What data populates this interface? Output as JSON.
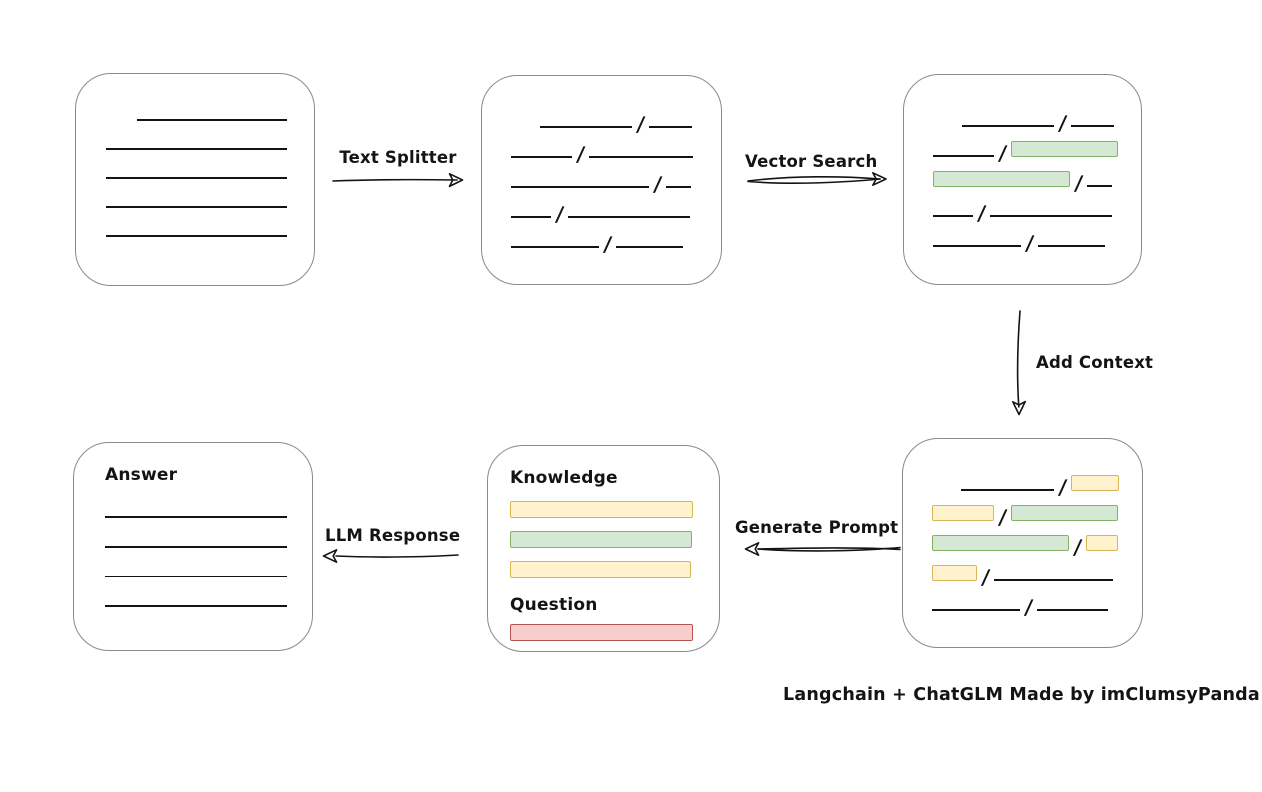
{
  "credit": "Langchain + ChatGLM Made by imClumsyPanda",
  "labels": {
    "text_splitter": "Text Splitter",
    "vector_search": "Vector Search",
    "add_context": "Add Context",
    "generate_prompt": "Generate Prompt",
    "llm_response": "LLM Response",
    "knowledge": "Knowledge",
    "question": "Question",
    "answer": "Answer",
    "slash": "/"
  },
  "colors": {
    "ink": "#141414",
    "box_border": "#8a8a8a",
    "green_fill": "#d5e8d4",
    "green_stroke": "#82b366",
    "yellow_fill": "#fff2cc",
    "yellow_stroke": "#d6b656",
    "red_fill": "#f8cecc",
    "red_stroke": "#b85450"
  },
  "boxes": {
    "document": {
      "lines": [
        {
          "indent": 31,
          "width": 150
        },
        {
          "indent": 0,
          "width": 181
        },
        {
          "indent": 0,
          "width": 181
        },
        {
          "indent": 0,
          "width": 181
        },
        {
          "indent": 0,
          "width": 181
        }
      ]
    },
    "split_chunks": {
      "rows": [
        {
          "indent": 29,
          "segments": [
            {
              "kind": "line",
              "width": 92
            },
            {
              "kind": "slash"
            },
            {
              "kind": "line",
              "width": 43
            }
          ]
        },
        {
          "indent": 0,
          "segments": [
            {
              "kind": "line",
              "width": 61
            },
            {
              "kind": "slash"
            },
            {
              "kind": "line",
              "width": 104
            }
          ]
        },
        {
          "indent": 0,
          "segments": [
            {
              "kind": "line",
              "width": 138
            },
            {
              "kind": "slash"
            },
            {
              "kind": "line",
              "width": 25
            }
          ]
        },
        {
          "indent": 0,
          "segments": [
            {
              "kind": "line",
              "width": 40
            },
            {
              "kind": "slash"
            },
            {
              "kind": "line",
              "width": 122
            }
          ]
        },
        {
          "indent": 0,
          "segments": [
            {
              "kind": "line",
              "width": 88
            },
            {
              "kind": "slash"
            },
            {
              "kind": "line",
              "width": 67
            }
          ]
        }
      ]
    },
    "searched_chunks": {
      "rows": [
        {
          "indent": 29,
          "segments": [
            {
              "kind": "line",
              "width": 92
            },
            {
              "kind": "slash"
            },
            {
              "kind": "line",
              "width": 43
            }
          ]
        },
        {
          "indent": 0,
          "segments": [
            {
              "kind": "line",
              "width": 61
            },
            {
              "kind": "slash"
            },
            {
              "kind": "green",
              "width": 107
            }
          ]
        },
        {
          "indent": 0,
          "segments": [
            {
              "kind": "green",
              "width": 137
            },
            {
              "kind": "slash"
            },
            {
              "kind": "line",
              "width": 25
            }
          ]
        },
        {
          "indent": 0,
          "segments": [
            {
              "kind": "line",
              "width": 40
            },
            {
              "kind": "slash"
            },
            {
              "kind": "line",
              "width": 122
            }
          ]
        },
        {
          "indent": 0,
          "segments": [
            {
              "kind": "line",
              "width": 88
            },
            {
              "kind": "slash"
            },
            {
              "kind": "line",
              "width": 67
            }
          ]
        }
      ]
    },
    "context_chunks": {
      "rows": [
        {
          "indent": 29,
          "segments": [
            {
              "kind": "line",
              "width": 93
            },
            {
              "kind": "slash"
            },
            {
              "kind": "yellow",
              "width": 48
            }
          ]
        },
        {
          "indent": 0,
          "segments": [
            {
              "kind": "yellow",
              "width": 62
            },
            {
              "kind": "slash"
            },
            {
              "kind": "green",
              "width": 107
            }
          ]
        },
        {
          "indent": 0,
          "segments": [
            {
              "kind": "green",
              "width": 137
            },
            {
              "kind": "slash"
            },
            {
              "kind": "yellow",
              "width": 32
            }
          ]
        },
        {
          "indent": 0,
          "segments": [
            {
              "kind": "yellow",
              "width": 45
            },
            {
              "kind": "slash"
            },
            {
              "kind": "line",
              "width": 119
            }
          ]
        },
        {
          "indent": 0,
          "segments": [
            {
              "kind": "line",
              "width": 88
            },
            {
              "kind": "slash"
            },
            {
              "kind": "line",
              "width": 71
            }
          ]
        }
      ]
    },
    "prompt": {
      "knowledge_bars": [
        {
          "color": "yellow",
          "width": 183
        },
        {
          "color": "green",
          "width": 182
        },
        {
          "color": "yellow",
          "width": 181
        }
      ],
      "question_bars": [
        {
          "color": "red",
          "width": 183
        }
      ]
    },
    "answer": {
      "lines": [
        {
          "indent": 0,
          "width": 182
        },
        {
          "indent": 0,
          "width": 182
        },
        {
          "indent": 0,
          "width": 182
        },
        {
          "indent": 0,
          "width": 182
        }
      ]
    }
  }
}
